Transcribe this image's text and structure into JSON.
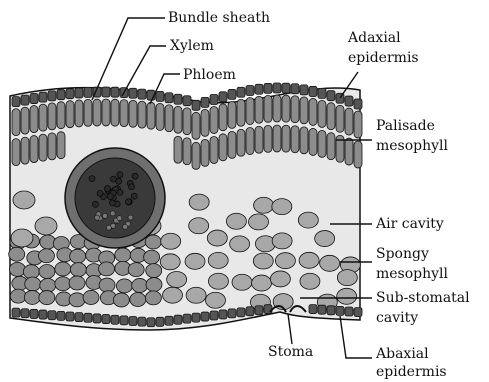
{
  "colors": {
    "line": "#111111",
    "cell_fill": "#8c8c8c",
    "cell_dark": "#555555",
    "vascular": "#2a2a2a",
    "background": "#ffffff"
  },
  "labels": {
    "bundle_sheath": "Bundle sheath",
    "xylem": "Xylem",
    "phloem": "Phloem",
    "adaxial_epidermis_1": "Adaxial",
    "adaxial_epidermis_2": "epidermis",
    "palisade_1": "Palisade",
    "palisade_2": "mesophyll",
    "air_cavity": "Air cavity",
    "spongy_1": "Spongy",
    "spongy_2": "mesophyll",
    "substomatal_1": "Sub-stomatal",
    "substomatal_2": "cavity",
    "stoma": "Stoma",
    "abaxial_1": "Abaxial",
    "abaxial_2": "epidermis"
  }
}
